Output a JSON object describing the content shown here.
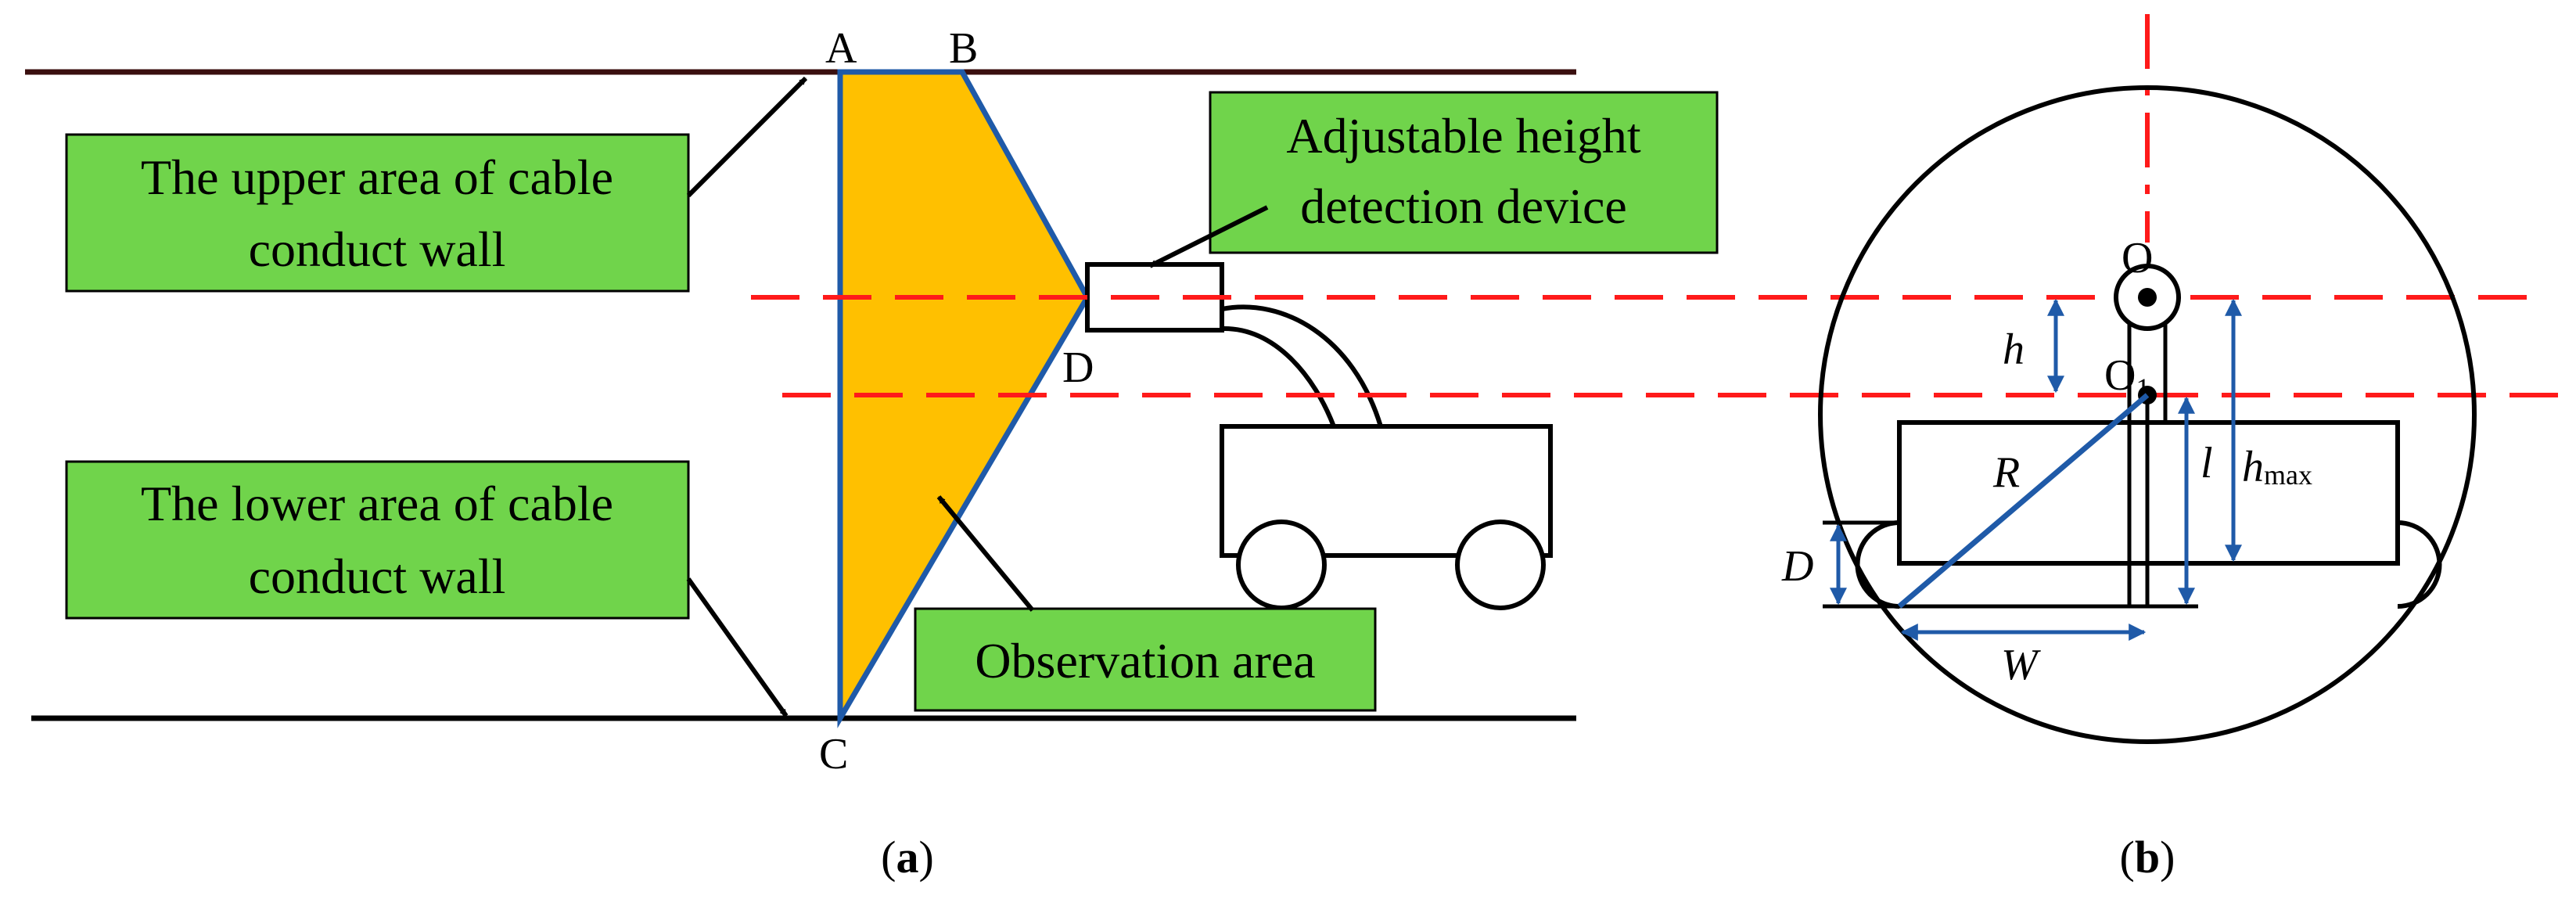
{
  "colors": {
    "wall": "#3a0f0f",
    "line": "#000000",
    "green_box": "#70d44b",
    "observation_fill": "#ffc000",
    "blue": "#1f5aa8",
    "red_dash": "#ff1a1a"
  },
  "panel_a": {
    "boxes": {
      "upper_wall": {
        "line1": "The upper area of cable",
        "line2": "conduct wall"
      },
      "lower_wall": {
        "line1": "The lower area of cable",
        "line2": "conduct wall"
      },
      "detection_device": {
        "line1": "Adjustable height",
        "line2": "detection device"
      },
      "observation": {
        "line1": "Observation area"
      }
    },
    "points": {
      "A": "A",
      "B": "B",
      "C": "C",
      "D": "D"
    },
    "caption": {
      "open": "(",
      "letter": "a",
      "close": ")"
    }
  },
  "panel_b": {
    "labels": {
      "O": "O",
      "O1_main": "O",
      "O1_sub": "1",
      "h": "h",
      "R": "R",
      "l": "l",
      "hmax_main": "h",
      "hmax_sub": "max",
      "D": "D",
      "W": "W"
    },
    "caption": {
      "open": "(",
      "letter": "b",
      "close": ")"
    }
  }
}
